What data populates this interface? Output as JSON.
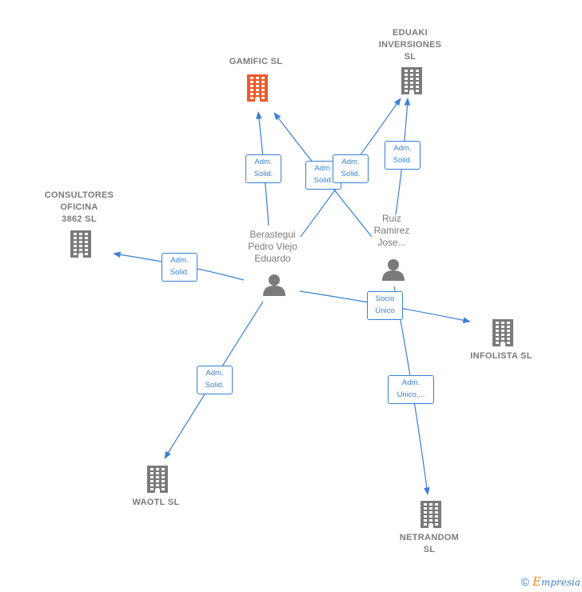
{
  "nodes": {
    "gamific": {
      "label": "GAMIFIC  SL",
      "kind": "company",
      "highlight": true,
      "color": "#f05a28"
    },
    "eduaki": {
      "label": "EDUAKI\nINVERSIONES\nSL",
      "kind": "company",
      "color": "#7a7a7a"
    },
    "consultores": {
      "label": "CONSULTORES\nOFICINA\n3862  SL",
      "kind": "company",
      "color": "#7a7a7a"
    },
    "infolista": {
      "label": "INFOLISTA  SL",
      "kind": "company",
      "color": "#7a7a7a"
    },
    "waotl": {
      "label": "WAOTL SL",
      "kind": "company",
      "color": "#7a7a7a"
    },
    "netrandom": {
      "label": "NETRANDOM\nSL",
      "kind": "company",
      "color": "#7a7a7a"
    },
    "berastegui": {
      "label": "Berastegui\nPedro Viejo\nEduardo",
      "kind": "person",
      "color": "#7a7a7a"
    },
    "ruiz": {
      "label": "Ruiz\nRamirez\nJose...",
      "kind": "person",
      "color": "#7a7a7a"
    }
  },
  "edges": [
    {
      "from": "berastegui",
      "to": "gamific",
      "label": "Adm.\nSolid."
    },
    {
      "from": "ruiz",
      "to": "gamific",
      "label": "Adm.\nSolid."
    },
    {
      "from": "berastegui",
      "to": "eduaki",
      "label": "Adm.\nSolid."
    },
    {
      "from": "ruiz",
      "to": "eduaki",
      "label": "Adm.\nSolid."
    },
    {
      "from": "berastegui",
      "to": "consultores",
      "label": "Adm.\nSolid."
    },
    {
      "from": "berastegui",
      "to": "waotl",
      "label": "Adm.\nSolid."
    },
    {
      "from": "berastegui",
      "to": "infolista",
      "label": "Socio\nÚnico"
    },
    {
      "from": "ruiz",
      "to": "netrandom",
      "label": "Adm.\nUnico,..."
    }
  ],
  "watermark": {
    "copyright": "©",
    "brand_initial": "E",
    "brand_rest": "mpresia"
  },
  "colors": {
    "edge": "#3a80d2",
    "icon": "#7a7a7a",
    "highlight": "#f05a28"
  }
}
